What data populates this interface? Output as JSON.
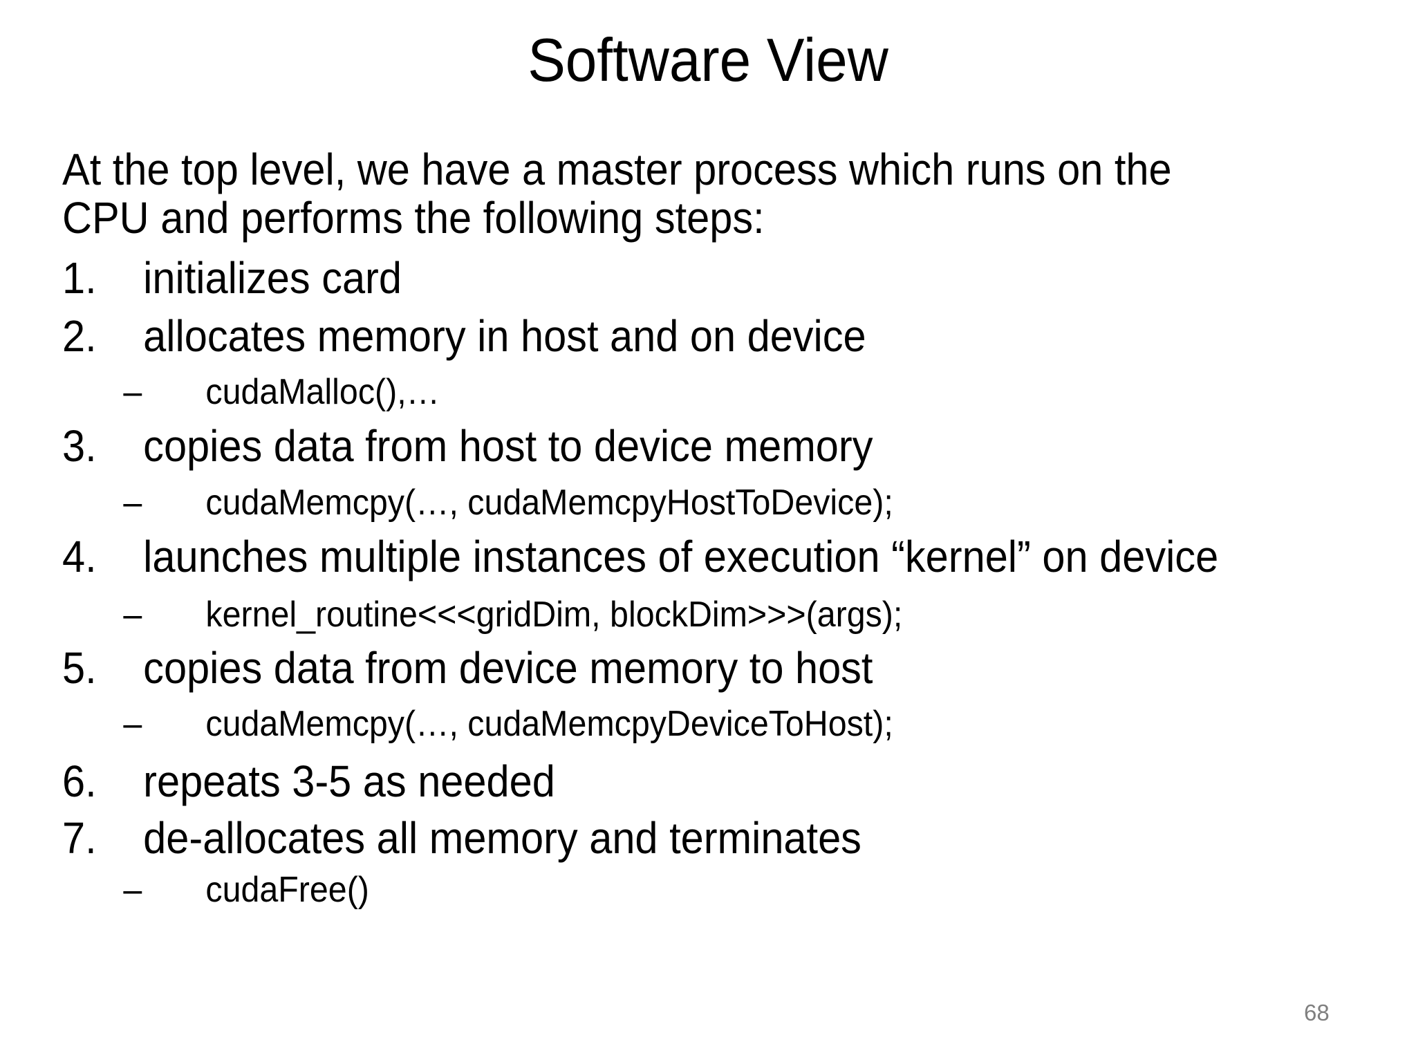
{
  "slide": {
    "title": "Software View",
    "intro_lines": [
      "At the top level, we have a master process which runs on the",
      "CPU and performs the following steps:"
    ],
    "bullet_char": "–",
    "steps": [
      {
        "number": "1.",
        "text": "initializes card"
      },
      {
        "number": "2.",
        "text": "allocates memory in host and on device",
        "sub": "cudaMalloc(),…"
      },
      {
        "number": "3.",
        "text": "copies data from host to device memory",
        "sub": "cudaMemcpy(…, cudaMemcpyHostToDevice);"
      },
      {
        "number": "4.",
        "text": "launches multiple instances of execution “kernel” on device",
        "sub": "kernel_routine<<<gridDim, blockDim>>>(args);"
      },
      {
        "number": "5.",
        "text": "copies data from device memory to host",
        "sub": "cudaMemcpy(…, cudaMemcpyDeviceToHost);"
      },
      {
        "number": "6.",
        "text": "repeats 3-5 as needed"
      },
      {
        "number": "7.",
        "text": "de-allocates all memory and terminates",
        "sub": "cudaFree()"
      }
    ],
    "page_number": "68",
    "colors": {
      "background": "#ffffff",
      "text": "#000000",
      "page_number": "#7f7f7f"
    }
  }
}
